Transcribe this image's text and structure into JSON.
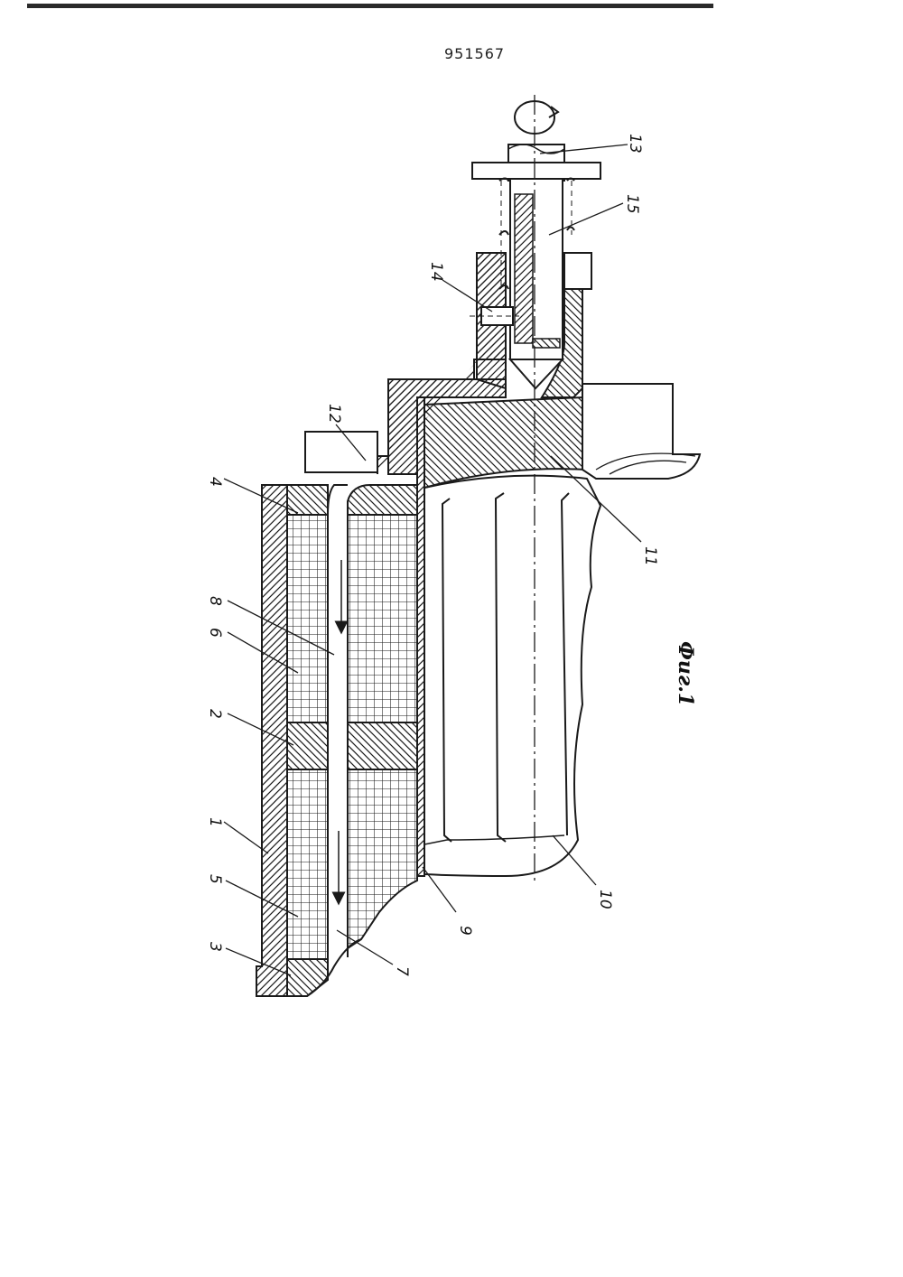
{
  "document_number": "951567",
  "figure_caption": "Фиг.1",
  "callouts": {
    "c1": "1",
    "c2": "2",
    "c3": "3",
    "c4": "4",
    "c5": "5",
    "c6": "6",
    "c7": "7",
    "c8": "8",
    "c9": "9",
    "c10": "10",
    "c11": "11",
    "c12": "12",
    "c13": "13",
    "c14": "14",
    "c15": "15"
  },
  "colors": {
    "ink": "#1a1a1a",
    "paper": "#ffffff"
  }
}
